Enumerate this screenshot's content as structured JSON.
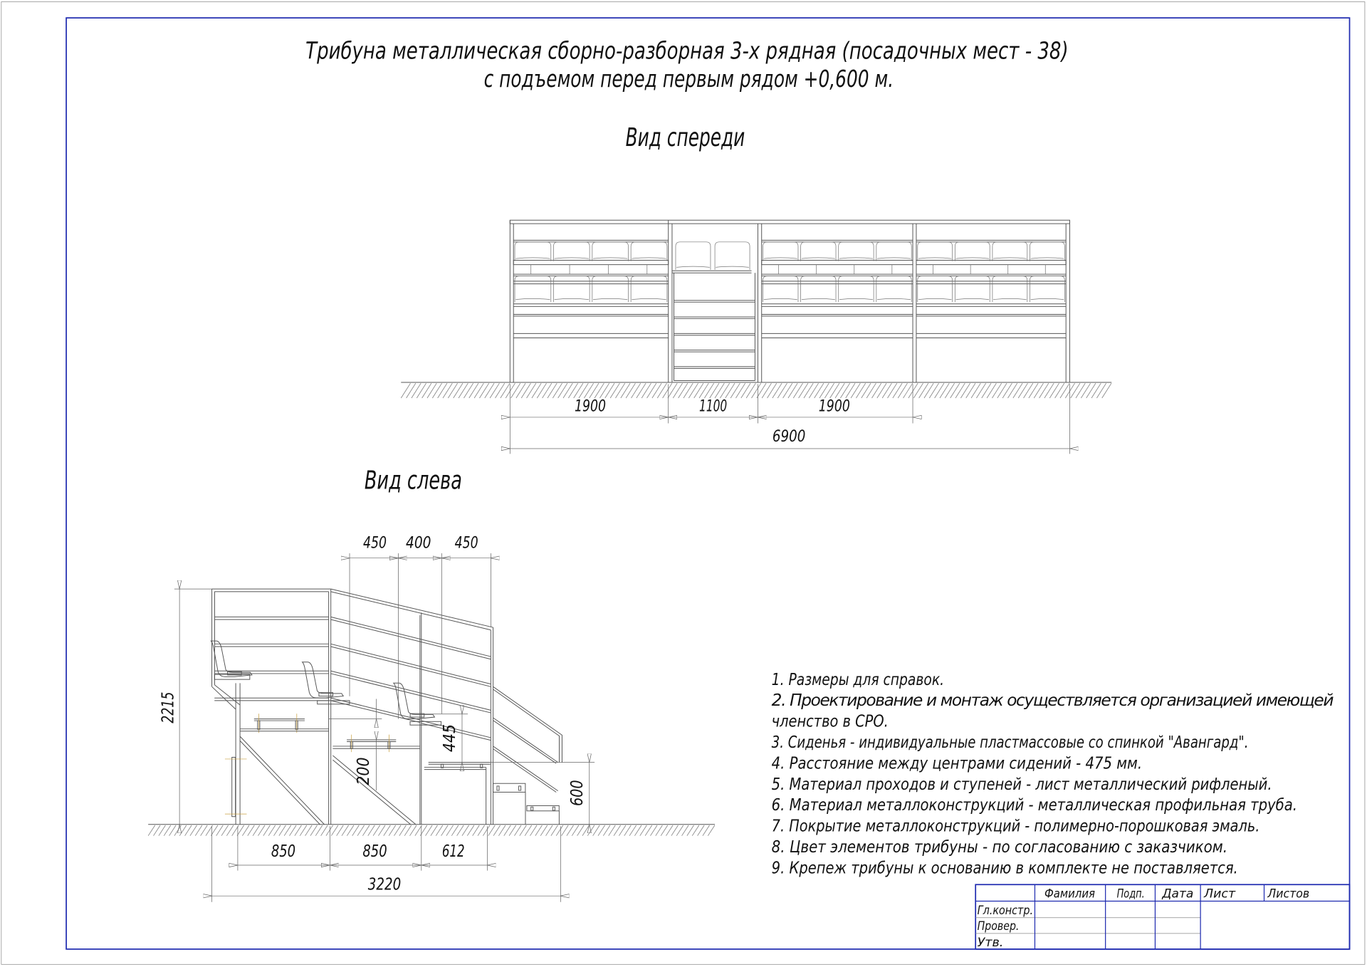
{
  "title": {
    "line1": "Трибуна металлическая сборно-разборная 3-х рядная (посадочных мест - 38)",
    "line2": "с подъемом перед первым рядом +0,600 м."
  },
  "views": {
    "front_label": "Вид спереди",
    "side_label": "Вид слева"
  },
  "front_dims": {
    "section_left": "1900",
    "section_stairs": "1100",
    "section_right": "1900",
    "total": "6900"
  },
  "side_dims": {
    "top": [
      "450",
      "400",
      "450"
    ],
    "height": "2215",
    "rise_200": "200",
    "rise_445": "445",
    "rise_600": "600",
    "bottom": [
      "850",
      "850",
      "612"
    ],
    "total": "3220"
  },
  "notes": [
    "1. Размеры для справок.",
    "2. Проектирование и монтаж осуществляется организацией имеющей",
    "членство в СРО.",
    "3. Сиденья - индивидуальные пластмассовые со спинкой \"Авангард\".",
    "4. Расстояние между центрами сидений - 475 мм.",
    "5. Материал проходов и ступеней - лист металлический рифленый.",
    "6. Материал металлоконструкций - металлическая профильная труба.",
    "7. Покрытие металлоконструкций - полимерно-порошковая эмаль.",
    "8. Цвет элементов трибуны - по согласованию с заказчиком.",
    "9. Крепеж трибуны к основанию в комплекте не поставляется."
  ],
  "title_block": {
    "headers": [
      "Фамилия",
      "Подп.",
      "Дата",
      "Лист",
      "Листов"
    ],
    "rows": [
      "Гл.констр.",
      "Провер.",
      "Утв."
    ]
  },
  "colors": {
    "frame": "#1f2bb0",
    "drawing_lines": "#555555",
    "sheet_border": "#8a8a8a"
  }
}
